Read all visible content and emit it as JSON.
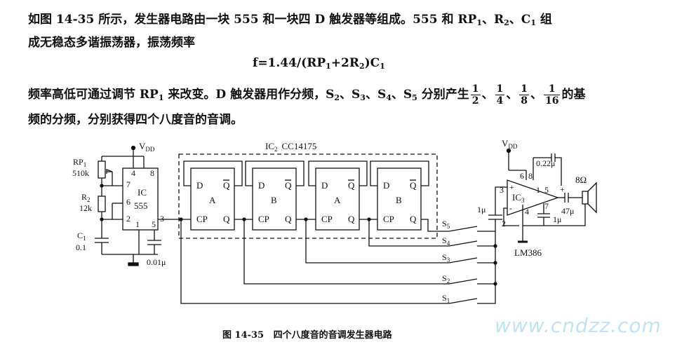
{
  "text": {
    "p1_line1": "如图 14-35 所示，发生器电路由一块 555 和一块四 D 触发器等组成。555 和 RP",
    "p1_line1_sub1": "1",
    "p1_line1_mid": "、R",
    "p1_line1_sub2": "2",
    "p1_line1_mid2": "、C",
    "p1_line1_sub3": "1",
    "p1_line1_end": " 组",
    "p1_line2": "成无稳态多谐振荡器，振荡频率",
    "formula_a": "f=1.44/(RP",
    "formula_sub1": "1",
    "formula_b": "+2R",
    "formula_sub2": "2",
    "formula_c": ")C",
    "formula_sub3": "1",
    "p2_line1_a": "频率高低可通过调节 RP",
    "p2_line1_sub": "1",
    "p2_line1_b": " 来改变。D 触发器用作分频，S",
    "p2_line1_b_sub2": "2",
    "p2_line1_c": "、S",
    "p2_line1_c_sub": "3",
    "p2_line1_d": "、S",
    "p2_line1_d_sub": "4",
    "p2_line1_e": "、S",
    "p2_line1_e_sub": "5",
    "p2_line1_f": " 分别产生",
    "p2_line1_g": "的基",
    "fracs": [
      {
        "num": "1",
        "den": "2"
      },
      {
        "num": "1",
        "den": "4"
      },
      {
        "num": "1",
        "den": "8"
      },
      {
        "num": "1",
        "den": "16"
      }
    ],
    "sep": "、",
    "p2_line2": "频的分频，分别获得四个八度音的音调。",
    "caption": "图 14-35   四个八度音的音调发生器电路",
    "watermark": "www.cndzz.com"
  },
  "schematic": {
    "ic2_label": "IC",
    "ic2_sub": "2",
    "ic2_part": "CC14175",
    "vdd": "V",
    "vdd_sub": "DD",
    "rp1": "RP",
    "rp1_sub": "1",
    "rp1_val": "510k",
    "r2": "R",
    "r2_sub": "2",
    "r2_val": "12k",
    "c1": "C",
    "c1_sub": "1",
    "c1_val": "0.1",
    "ic555_line1": "IC",
    "ic555_line2": "555",
    "c_small": "0.01μ",
    "pins555": {
      "p4": "4",
      "p8": "8",
      "p7": "7",
      "p6": "6",
      "p2": "2",
      "p1": "1",
      "p5": "5",
      "p3": "3"
    },
    "ff_d": "D",
    "ff_qbar": "Q",
    "ff_cp": "CP",
    "ff_q": "Q",
    "ff_names": [
      "A",
      "B",
      "A",
      "B"
    ],
    "switches": [
      {
        "name": "S",
        "sub": "5"
      },
      {
        "name": "S",
        "sub": "4"
      },
      {
        "name": "S",
        "sub": "3"
      },
      {
        "name": "S",
        "sub": "2"
      },
      {
        "name": "S",
        "sub": "1"
      }
    ],
    "cap_1u_in": "1μ",
    "cap_022": "0.22μ",
    "cap_47": "47μ",
    "cap_1u_b": "1μ",
    "ic3": "IC",
    "ic3_sub": "3",
    "lm386": "LM386",
    "speaker": "8Ω",
    "amp_pins": {
      "p6": "6",
      "p8": "8",
      "p3": "3",
      "p1": "1",
      "p5": "5",
      "p7": "7",
      "p4": "4",
      "p2": "2"
    },
    "plus": "+",
    "minus": "-"
  }
}
